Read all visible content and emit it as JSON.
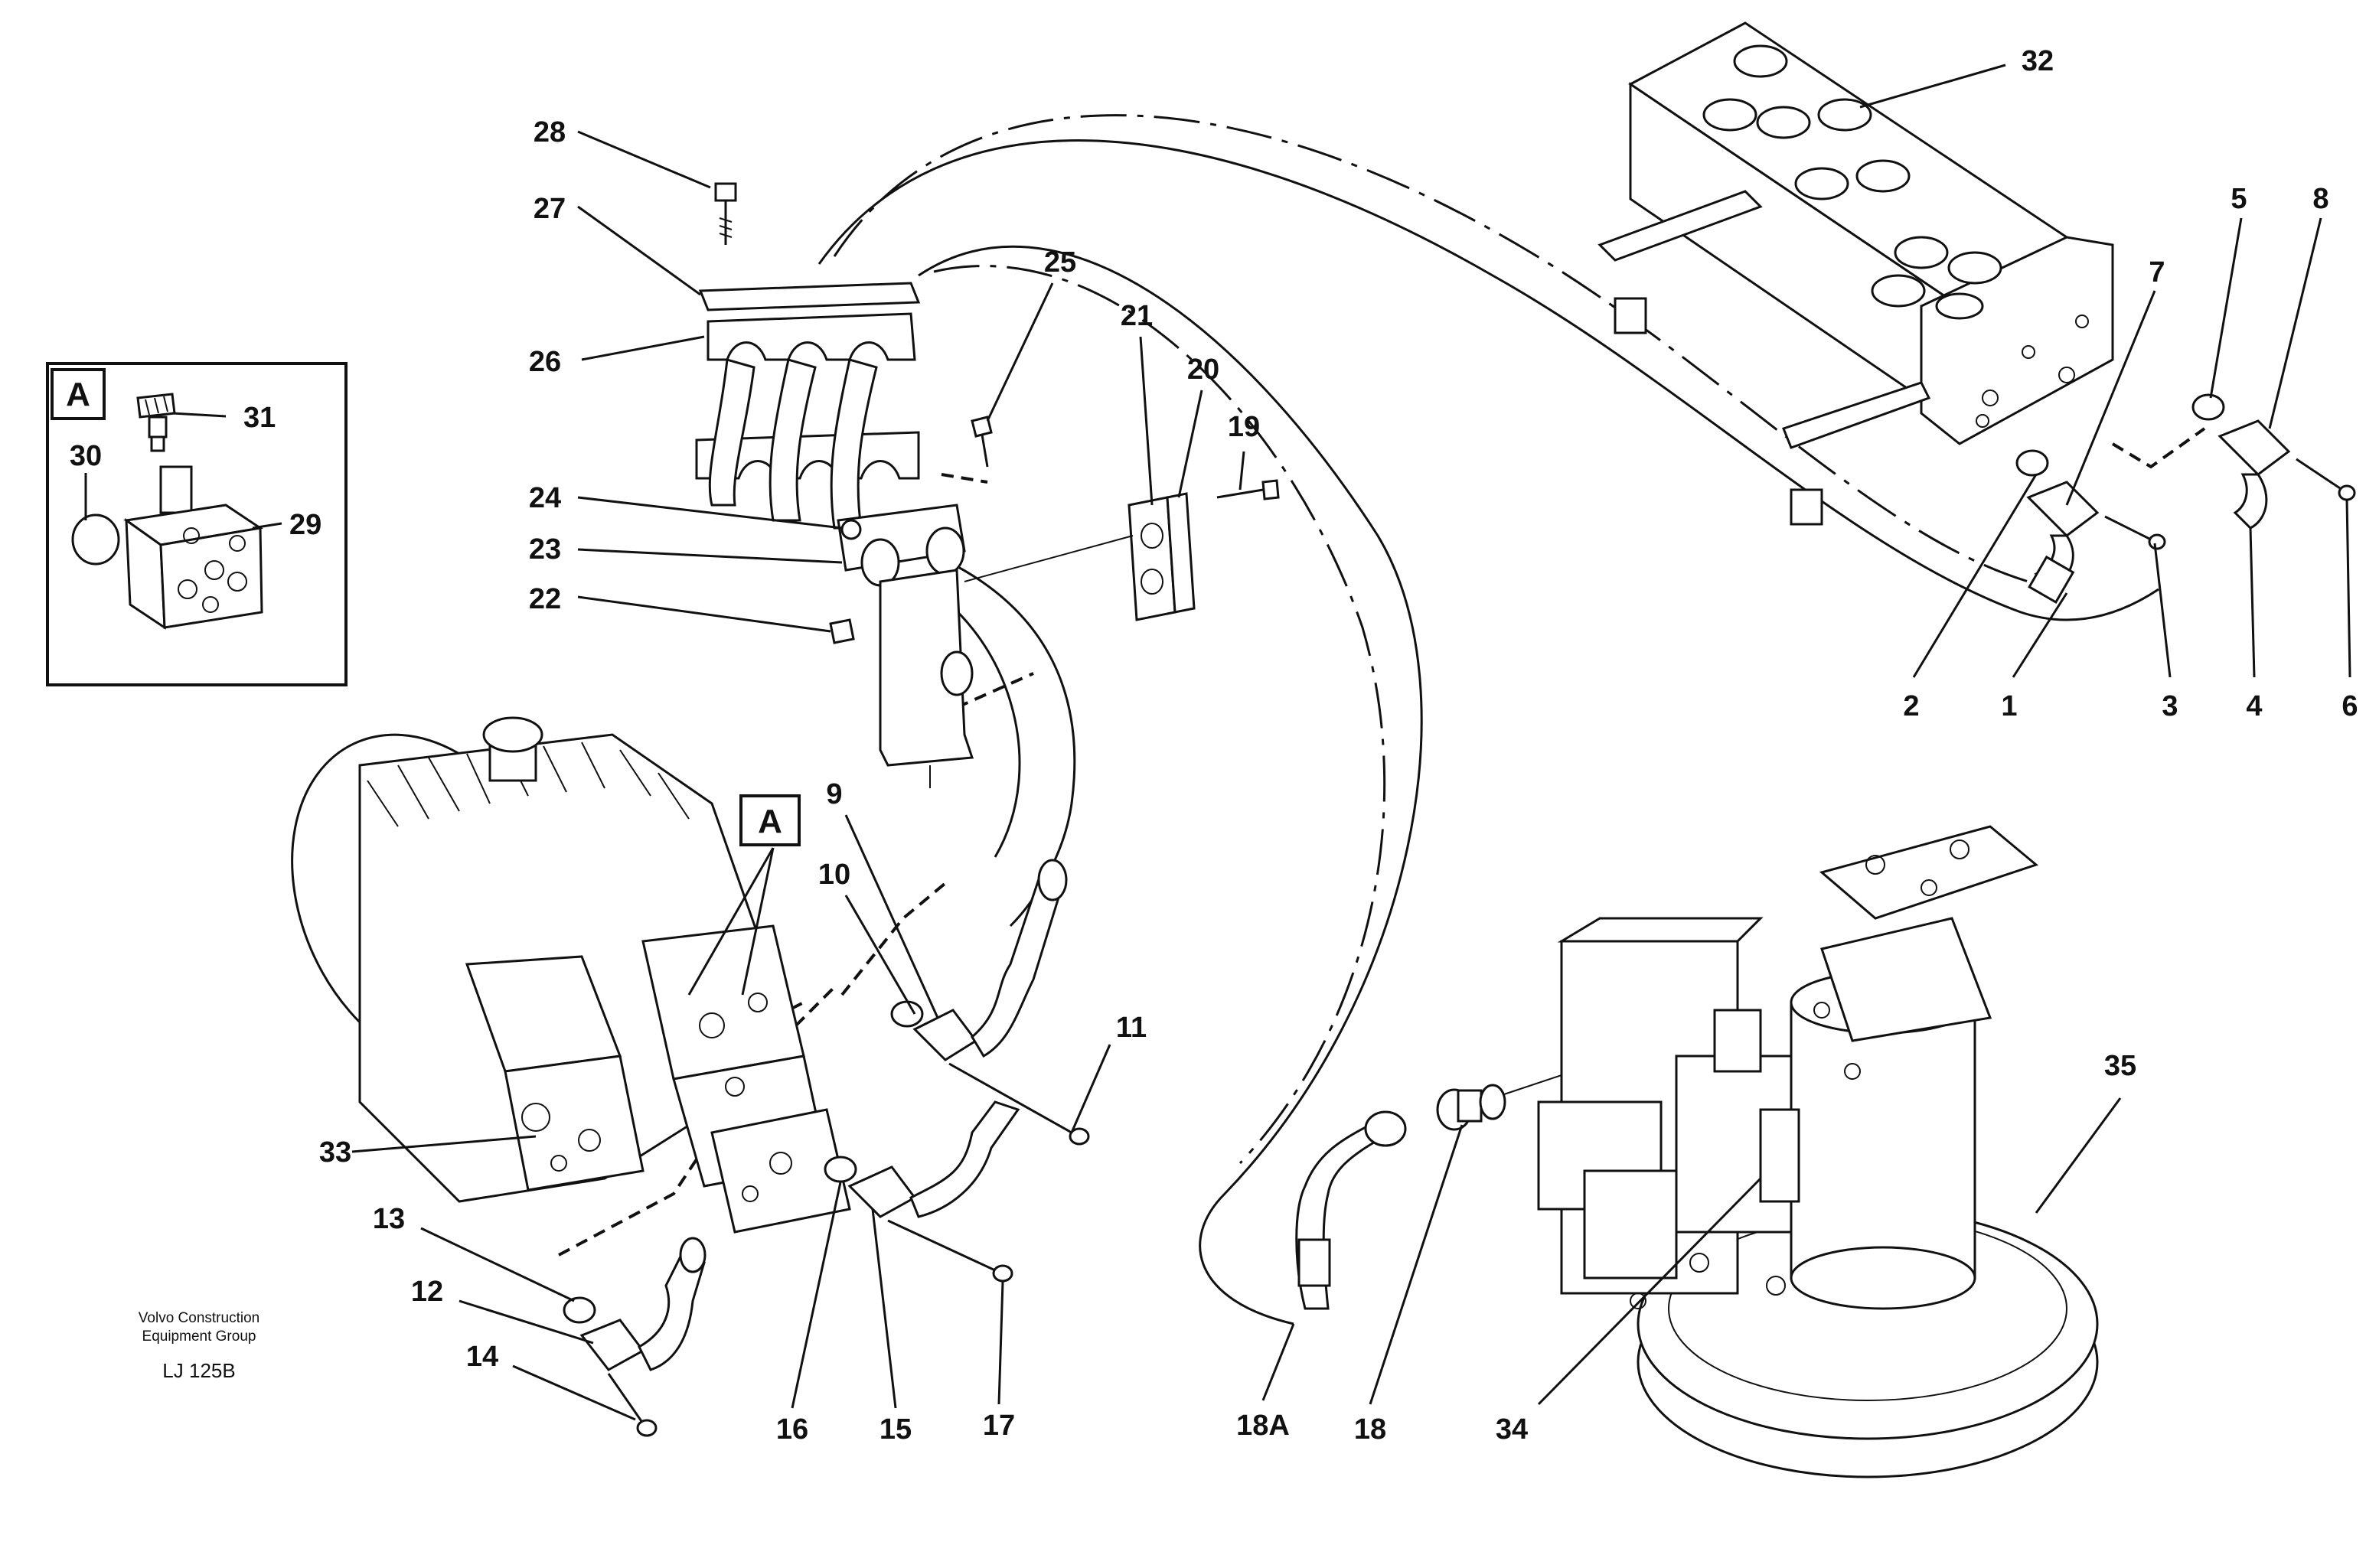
{
  "drawing": {
    "organization_line1": "Volvo Construction",
    "organization_line2": "Equipment Group",
    "drawing_number": "LJ 125B"
  },
  "detail_view": {
    "tag": "A",
    "items": [
      "31",
      "30",
      "29"
    ]
  },
  "view_reference": "A",
  "item_numbers": {
    "n1": "1",
    "n2": "2",
    "n3": "3",
    "n4": "4",
    "n5": "5",
    "n6": "6",
    "n7": "7",
    "n8": "8",
    "n9": "9",
    "n10": "10",
    "n11": "11",
    "n12": "12",
    "n13": "13",
    "n14": "14",
    "n15": "15",
    "n16": "16",
    "n17": "17",
    "n18": "18",
    "n18a": "18A",
    "n19": "19",
    "n20": "20",
    "n21": "21",
    "n22": "22",
    "n23": "23",
    "n24": "24",
    "n25": "25",
    "n26": "26",
    "n27": "27",
    "n28": "28",
    "n32": "32",
    "n33": "33",
    "n34": "34",
    "n35": "35"
  }
}
